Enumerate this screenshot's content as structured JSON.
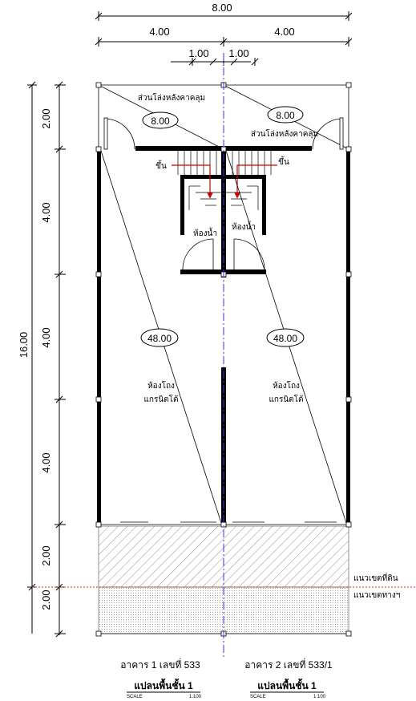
{
  "dimensions": {
    "overall_width": "8.00",
    "half_width_left": "4.00",
    "half_width_right": "4.00",
    "offset_left": "1.00",
    "offset_right": "1.00",
    "overall_depth": "16.00",
    "seg_1": "2.00",
    "seg_2": "4.00",
    "seg_3": "4.00",
    "seg_4": "4.00",
    "seg_5": "2.00",
    "seg_6": "2.00"
  },
  "labels": {
    "roof_left": "ส่วนโล่งหลังคาคลุม",
    "roof_right": "ส่วนโล่งหลังคาคลุม",
    "roof_area_left": "8.00",
    "roof_area_right": "8.00",
    "stair_up_left": "ขึ้น",
    "stair_up_right": "ขึ้น",
    "bath_left": "ห้องน้ำ",
    "bath_right": "ห้องน้ำ",
    "hall_area_left": "48.00",
    "hall_area_right": "48.00",
    "hall_left_1": "ห้องโถง",
    "hall_left_2": "แกรนิตโต้",
    "hall_right_1": "ห้องโถง",
    "hall_right_2": "แกรนิตโต้",
    "land_boundary": "แนวเขตที่ดิน",
    "way_boundary": "แนวเขตทางฯ"
  },
  "captions": {
    "building_1": "อาคาร 1 เลขที่ 533",
    "building_2": "อาคาร 2 เลขที่ 533/1",
    "plan_1": "แปลนพื้นชั้น 1",
    "plan_2": "แปลนพื้นชั้น 1",
    "scale_word_1": "SCALE",
    "scale_val_1": "1:100",
    "scale_word_2": "SCALE",
    "scale_val_2": "1:100"
  }
}
